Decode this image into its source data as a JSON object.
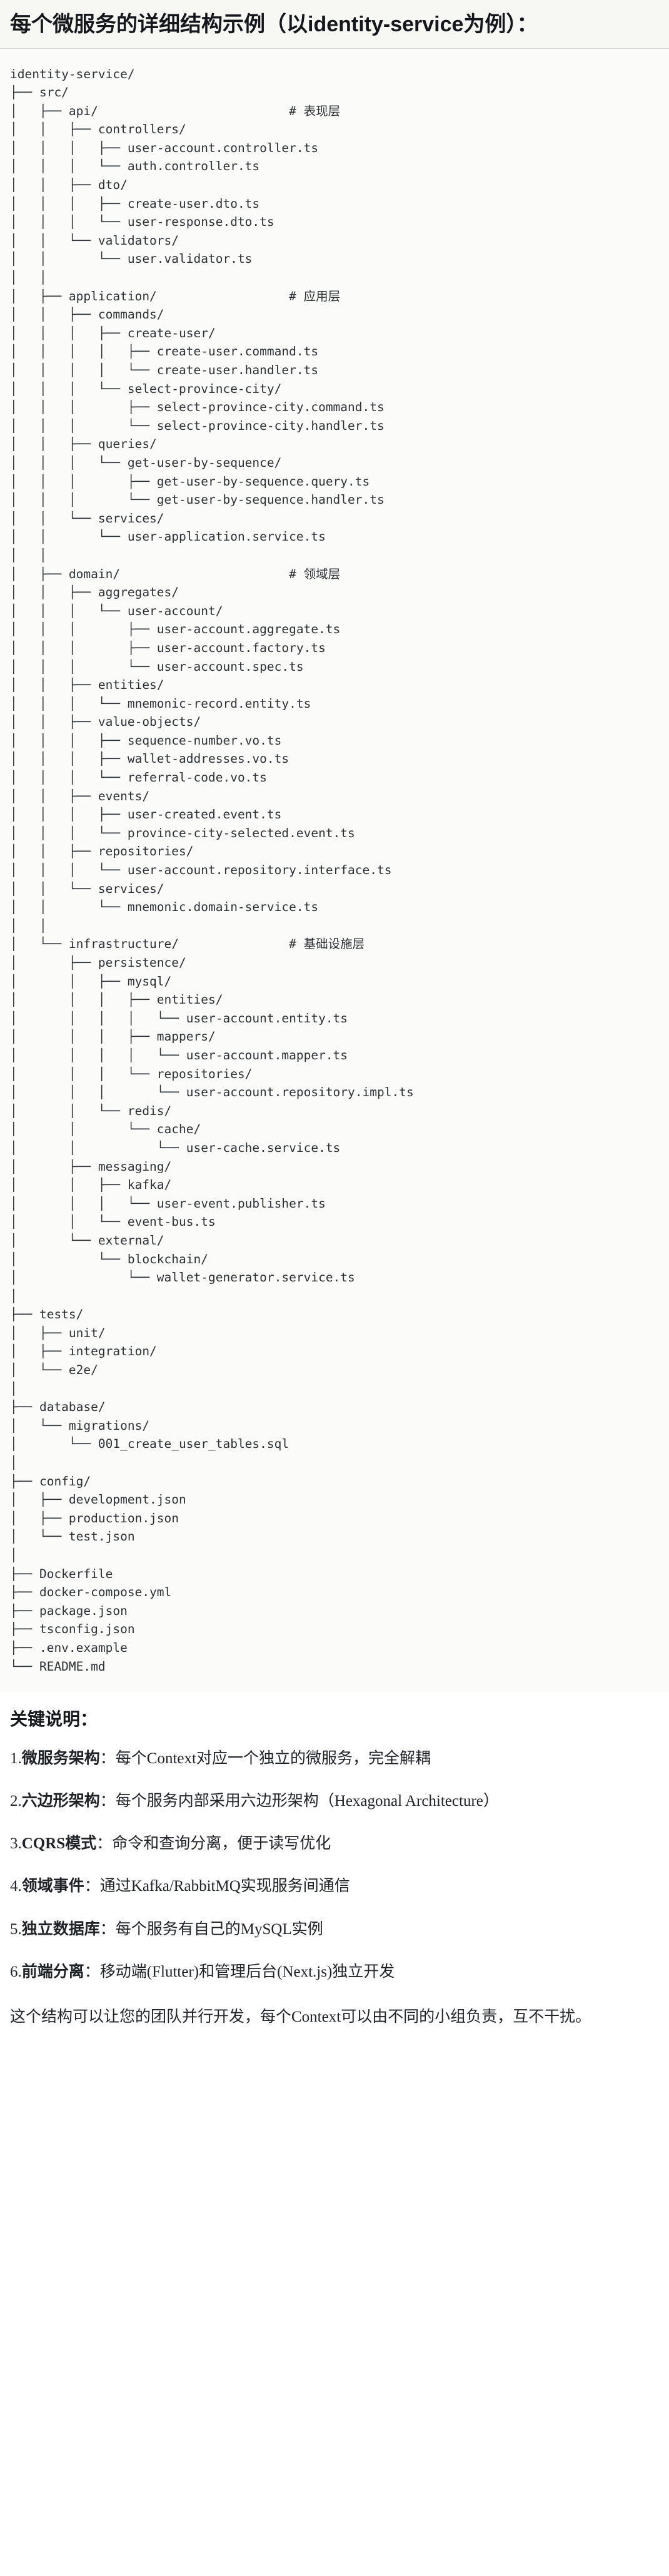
{
  "header": {
    "title": "每个微服务的详细结构示例（以identity-service为例）："
  },
  "tree": {
    "text": "identity-service/\n├── src/\n│   ├── api/                          # 表现层\n│   │   ├── controllers/\n│   │   │   ├── user-account.controller.ts\n│   │   │   └── auth.controller.ts\n│   │   ├── dto/\n│   │   │   ├── create-user.dto.ts\n│   │   │   └── user-response.dto.ts\n│   │   └── validators/\n│   │       └── user.validator.ts\n│   │\n│   ├── application/                  # 应用层\n│   │   ├── commands/\n│   │   │   ├── create-user/\n│   │   │   │   ├── create-user.command.ts\n│   │   │   │   └── create-user.handler.ts\n│   │   │   └── select-province-city/\n│   │   │       ├── select-province-city.command.ts\n│   │   │       └── select-province-city.handler.ts\n│   │   ├── queries/\n│   │   │   └── get-user-by-sequence/\n│   │   │       ├── get-user-by-sequence.query.ts\n│   │   │       └── get-user-by-sequence.handler.ts\n│   │   └── services/\n│   │       └── user-application.service.ts\n│   │\n│   ├── domain/                       # 领域层\n│   │   ├── aggregates/\n│   │   │   └── user-account/\n│   │   │       ├── user-account.aggregate.ts\n│   │   │       ├── user-account.factory.ts\n│   │   │       └── user-account.spec.ts\n│   │   ├── entities/\n│   │   │   └── mnemonic-record.entity.ts\n│   │   ├── value-objects/\n│   │   │   ├── sequence-number.vo.ts\n│   │   │   ├── wallet-addresses.vo.ts\n│   │   │   └── referral-code.vo.ts\n│   │   ├── events/\n│   │   │   ├── user-created.event.ts\n│   │   │   └── province-city-selected.event.ts\n│   │   ├── repositories/\n│   │   │   └── user-account.repository.interface.ts\n│   │   └── services/\n│   │       └── mnemonic.domain-service.ts\n│   │\n│   └── infrastructure/               # 基础设施层\n│       ├── persistence/\n│       │   ├── mysql/\n│       │   │   ├── entities/\n│       │   │   │   └── user-account.entity.ts\n│       │   │   ├── mappers/\n│       │   │   │   └── user-account.mapper.ts\n│       │   │   └── repositories/\n│       │   │       └── user-account.repository.impl.ts\n│       │   └── redis/\n│       │       └── cache/\n│       │           └── user-cache.service.ts\n│       ├── messaging/\n│       │   ├── kafka/\n│       │   │   └── user-event.publisher.ts\n│       │   └── event-bus.ts\n│       └── external/\n│           └── blockchain/\n│               └── wallet-generator.service.ts\n│\n├── tests/\n│   ├── unit/\n│   ├── integration/\n│   └── e2e/\n│\n├── database/\n│   └── migrations/\n│       └── 001_create_user_tables.sql\n│\n├── config/\n│   ├── development.json\n│   ├── production.json\n│   └── test.json\n│\n├── Dockerfile\n├── docker-compose.yml\n├── package.json\n├── tsconfig.json\n├── .env.example\n└── README.md"
  },
  "notes": {
    "heading": "关键说明：",
    "items": [
      {
        "number": "1.",
        "term": "微服务架构",
        "separator": "：",
        "description": "每个Context对应一个独立的微服务，完全解耦"
      },
      {
        "number": "2.",
        "term": "六边形架构",
        "separator": "：",
        "description": "每个服务内部采用六边形架构（Hexagonal Architecture）"
      },
      {
        "number": "3.",
        "term": "CQRS模式",
        "separator": "：",
        "description": "命令和查询分离，便于读写优化"
      },
      {
        "number": "4.",
        "term": "领域事件",
        "separator": "：",
        "description": "通过Kafka/RabbitMQ实现服务间通信"
      },
      {
        "number": "5.",
        "term": "独立数据库",
        "separator": "：",
        "description": "每个服务有自己的MySQL实例"
      },
      {
        "number": "6.",
        "term": "前端分离",
        "separator": "：",
        "description": "移动端(Flutter)和管理后台(Next.js)独立开发"
      }
    ],
    "closing": "这个结构可以让您的团队并行开发，每个Context可以由不同的小组负责，互不干扰。"
  },
  "colors": {
    "header_bg": "#f7f7f4",
    "code_bg": "#fbfbf9",
    "text": "#1f2328",
    "code_text": "#2c3136",
    "rule": "#d9d9d4"
  }
}
